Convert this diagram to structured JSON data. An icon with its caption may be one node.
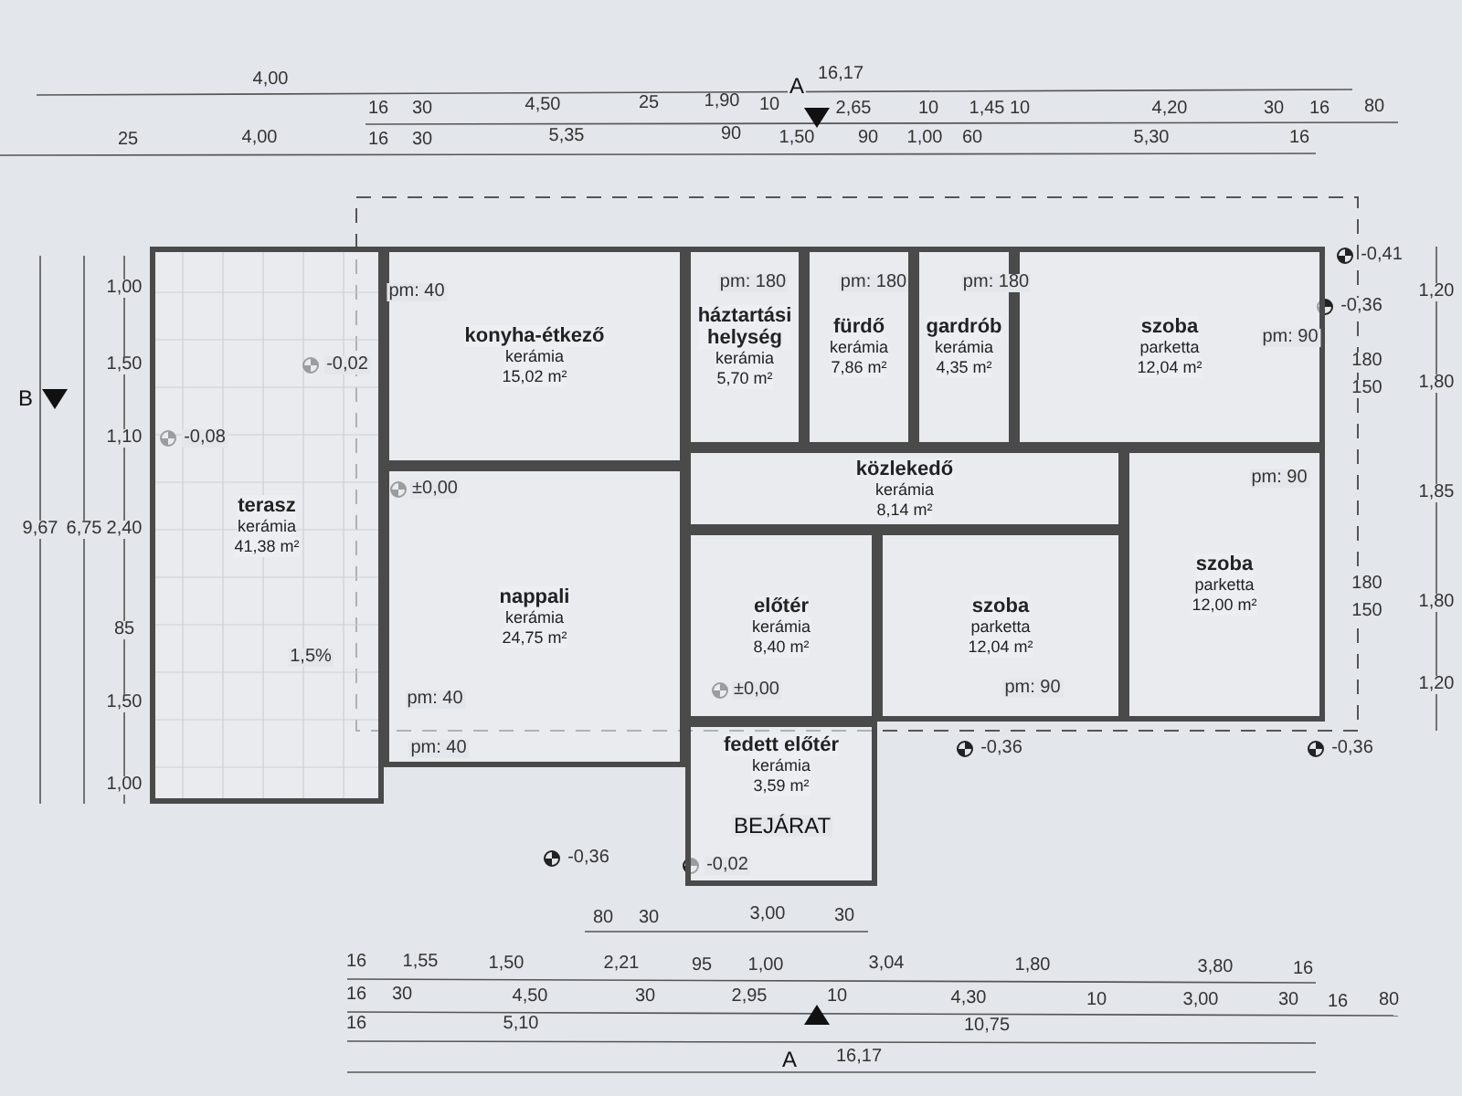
{
  "diagram": {
    "nodes": [
      {
        "text": [
          "terasz",
          "kerámia",
          "41,38 m²"
        ]
      },
      {
        "text": [
          "konyha-étkező",
          "kerámia",
          "15,02 m²"
        ]
      },
      {
        "text": [
          "háztartási helység",
          "kerámia",
          "5,70 m²"
        ]
      },
      {
        "text": [
          "fürdő",
          "kerámia",
          "7,86 m²"
        ]
      },
      {
        "text": [
          "gardrób",
          "kerámia",
          "4,35 m²"
        ]
      },
      {
        "text": [
          "szoba",
          "parketta",
          "12,04 m²"
        ]
      },
      {
        "text": [
          "közlekedő",
          "kerámia",
          "8,14 m²"
        ]
      },
      {
        "text": [
          "nappali",
          "kerámia",
          "24,75 m²"
        ]
      },
      {
        "text": [
          "szoba",
          "parketta",
          "12,00 m²"
        ]
      },
      {
        "text": [
          "előtér",
          "kerámia",
          "8,40 m²"
        ]
      },
      {
        "text": [
          "szoba",
          "parketta",
          "12,04 m²"
        ]
      },
      {
        "text": [
          "fedett előtér",
          "kerámia",
          "3,59 m²"
        ]
      }
    ],
    "labels": [
      "4,00",
      "16,17",
      "16",
      "30",
      "4,50",
      "25",
      "1,90",
      "10",
      "2,65",
      "10",
      "1,45",
      "10",
      "4,20",
      "30",
      "16",
      "80",
      "25",
      "4,00",
      "16",
      "30",
      "5,35",
      "90",
      "1,50",
      "90",
      "1,00",
      "60",
      "5,30",
      "16",
      "A",
      "1,00",
      "1,50",
      "B",
      "1,10",
      "9,67",
      "6,75",
      "2,40",
      "85",
      "1,50",
      "1,00",
      "-0,41",
      "-0,36",
      "1,20",
      "1,80",
      "180",
      "150",
      "1,85",
      "180",
      "150",
      "1,80",
      "1,20",
      "pm: 40",
      "pm: 180",
      "pm: 180",
      "pm: 180",
      "pm: 90",
      "pm: 90",
      "pm: 90",
      "pm: 40",
      "pm: 40",
      "-0,08",
      "-0,02",
      "1,5%",
      "±0,00",
      "±0,00",
      "-0,02",
      "-0,36",
      "-0,36",
      "BEJÁRAT",
      "-0,36",
      "16",
      "1,55",
      "1,50",
      "2,21",
      "95",
      "1,00",
      "3,04",
      "1,80",
      "3,80",
      "16",
      "16",
      "30",
      "4,50",
      "30",
      "2,95",
      "10",
      "4,30",
      "10",
      "3,00",
      "30",
      "16",
      "80",
      "16",
      "5,10",
      "10,75",
      "A",
      "16,17",
      "80",
      "30",
      "3,00",
      "30"
    ]
  }
}
